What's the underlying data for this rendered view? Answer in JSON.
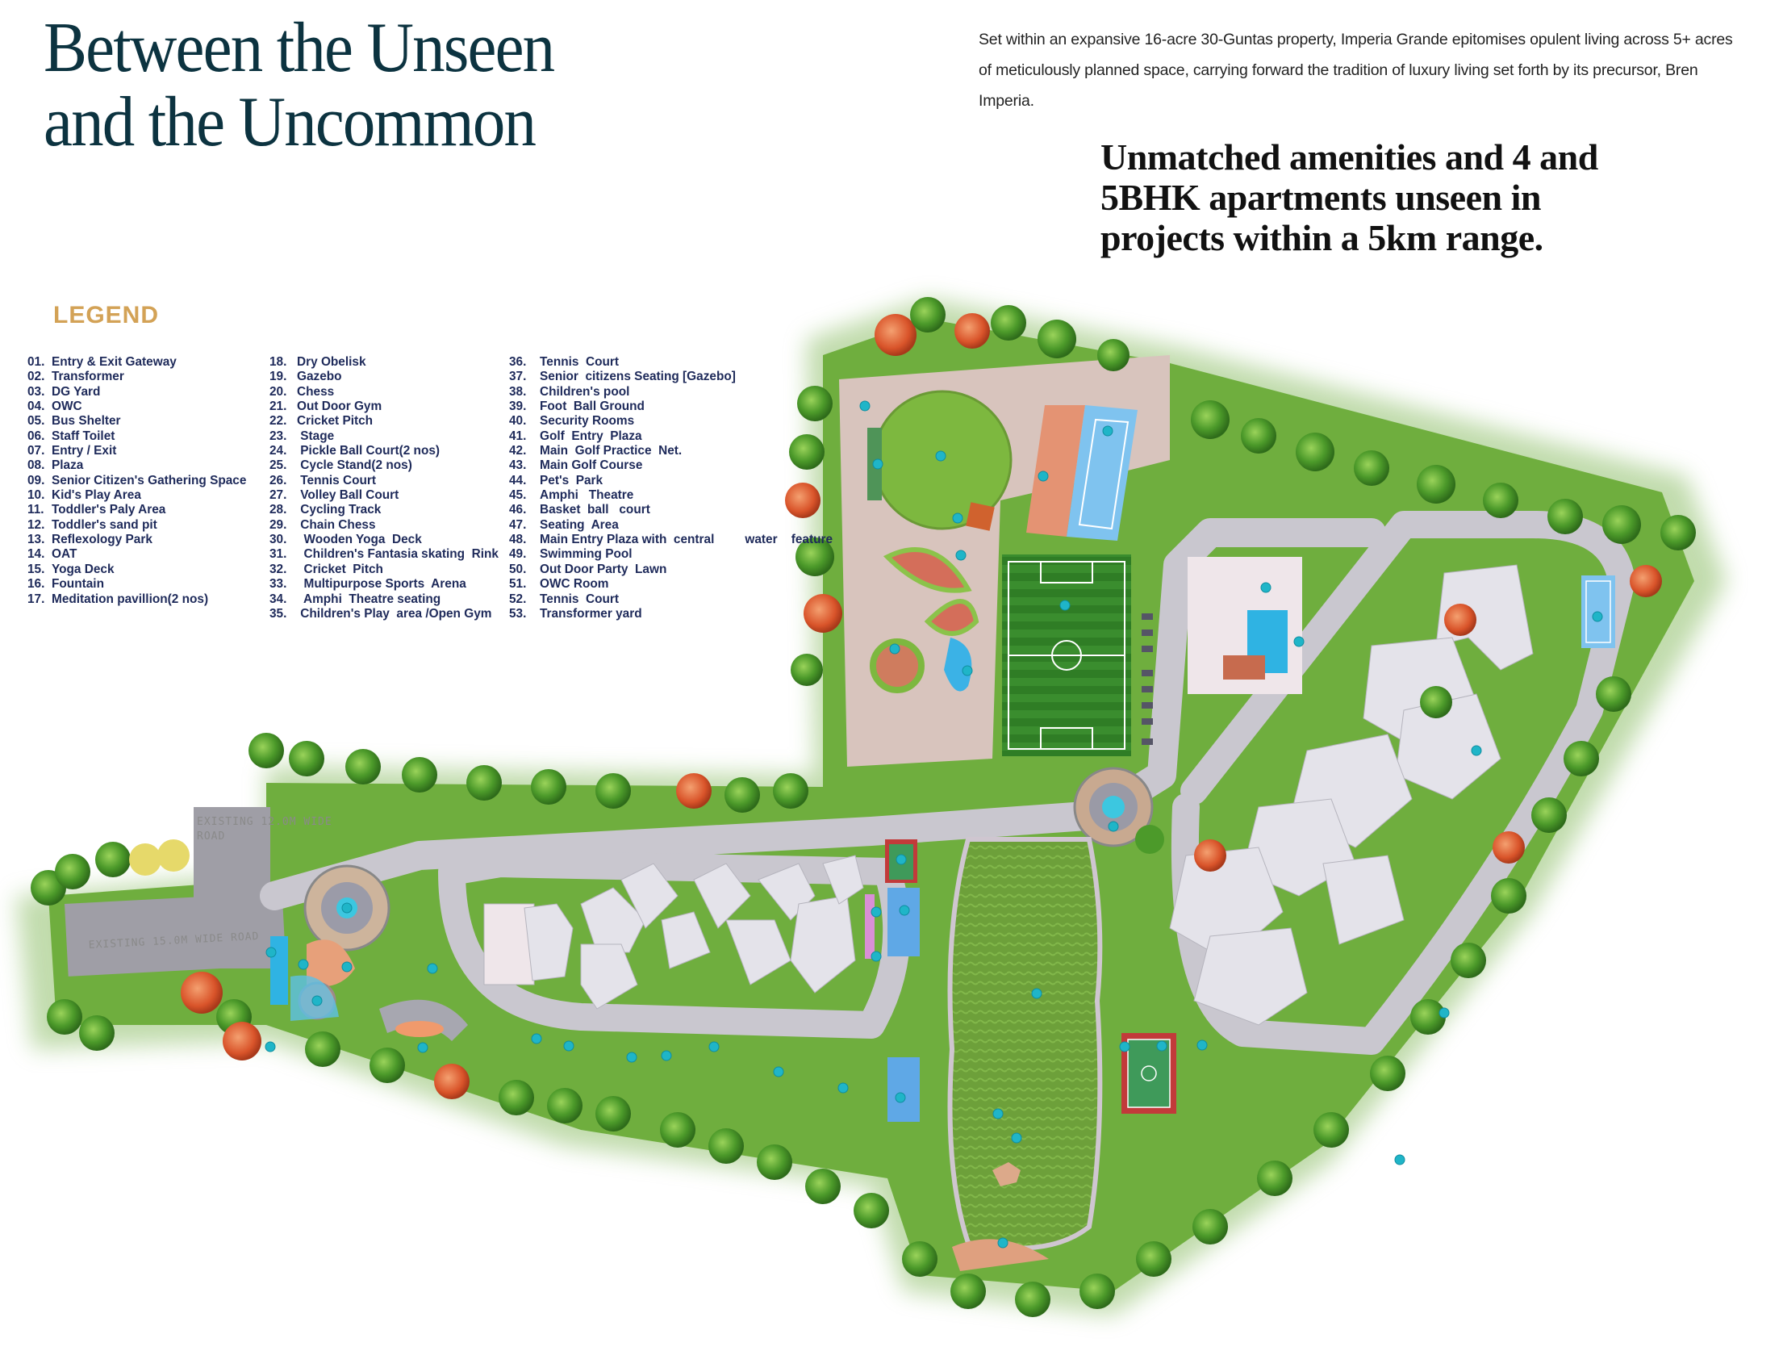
{
  "header": {
    "title_lines": [
      "Between the Unseen",
      "and the Uncommon"
    ],
    "intro": "Set within an expansive 16-acre 30-Guntas property, Imperia Grande epitomises opulent living across 5+ acres of meticulously planned space, carrying forward the tradition of luxury living set forth by its precursor, Bren Imperia.",
    "tagline_lines": [
      "Unmatched amenities and 4 and",
      "5BHK apartments unseen in",
      "projects within a 5km range."
    ]
  },
  "colors": {
    "title": "#0c3340",
    "legend_heading": "#d3a256",
    "legend_text": "#1e2a5a",
    "marker": "#1fb5c8",
    "lawn": "#7cb342",
    "road": "#c9c7cf",
    "building": "#e4e3ea",
    "tennis": "#7fc3ef",
    "football": "#2f7d25"
  },
  "legend": {
    "heading": "LEGEND",
    "columns": [
      [
        {
          "num": "01.",
          "label": "Entry & Exit Gateway"
        },
        {
          "num": "02.",
          "label": "Transformer"
        },
        {
          "num": "03.",
          "label": "DG Yard"
        },
        {
          "num": "04.",
          "label": "OWC"
        },
        {
          "num": "05.",
          "label": "Bus Shelter"
        },
        {
          "num": "06.",
          "label": "Staff Toilet"
        },
        {
          "num": "07.",
          "label": "Entry / Exit"
        },
        {
          "num": "08.",
          "label": "Plaza"
        },
        {
          "num": "09.",
          "label": "Senior Citizen's Gathering Space"
        },
        {
          "num": "10.",
          "label": "Kid's Play Area"
        },
        {
          "num": "11.",
          "label": "Toddler's Paly Area"
        },
        {
          "num": "12.",
          "label": "Toddler's sand pit"
        },
        {
          "num": "13.",
          "label": "Reflexology Park"
        },
        {
          "num": "14.",
          "label": "OAT"
        },
        {
          "num": "15.",
          "label": "Yoga Deck"
        },
        {
          "num": "16.",
          "label": "Fountain"
        },
        {
          "num": "17.",
          "label": "Meditation pavillion(2 nos)"
        }
      ],
      [
        {
          "num": "18.",
          "label": "Dry Obelisk"
        },
        {
          "num": "19.",
          "label": "Gazebo"
        },
        {
          "num": "20.",
          "label": "Chess"
        },
        {
          "num": "21.",
          "label": "Out Door Gym"
        },
        {
          "num": "22.",
          "label": "Cricket Pitch"
        },
        {
          "num": "23.",
          "label": " Stage"
        },
        {
          "num": "24.",
          "label": " Pickle Ball Court(2 nos)"
        },
        {
          "num": "25.",
          "label": " Cycle Stand(2 nos)"
        },
        {
          "num": "26.",
          "label": " Tennis Court"
        },
        {
          "num": "27.",
          "label": " Volley Ball Court"
        },
        {
          "num": "28.",
          "label": " Cycling Track"
        },
        {
          "num": "29.",
          "label": " Chain Chess"
        },
        {
          "num": "30.",
          "label": "  Wooden Yoga  Deck"
        },
        {
          "num": "31.",
          "label": "  Children's Fantasia skating  Rink"
        },
        {
          "num": "32.",
          "label": "  Cricket  Pitch"
        },
        {
          "num": "33.",
          "label": "  Multipurpose Sports  Arena"
        },
        {
          "num": "34.",
          "label": "  Amphi  Theatre seating"
        },
        {
          "num": "35.",
          "label": " Children's Play  area /Open Gym"
        }
      ],
      [
        {
          "num": "36.",
          "label": "Tennis  Court"
        },
        {
          "num": "37.",
          "label": "Senior  citizens Seating [Gazebo]"
        },
        {
          "num": "38.",
          "label": "Children's pool"
        },
        {
          "num": "39.",
          "label": "Foot  Ball Ground"
        },
        {
          "num": "40.",
          "label": "Security Rooms"
        },
        {
          "num": "41.",
          "label": "Golf  Entry  Plaza"
        },
        {
          "num": "42.",
          "label": "Main  Golf Practice  Net."
        },
        {
          "num": "43.",
          "label": "Main Golf Course"
        },
        {
          "num": "44.",
          "label": "Pet's  Park"
        },
        {
          "num": "45.",
          "label": "Amphi   Theatre"
        },
        {
          "num": "46.",
          "label": "Basket  ball   court"
        },
        {
          "num": "47.",
          "label": "Seating  Area"
        },
        {
          "num": "48.",
          "label": "Main Entry Plaza with  central",
          "cont": "water    feature"
        },
        {
          "num": "49.",
          "label": "Swimming Pool"
        },
        {
          "num": "50.",
          "label": "Out Door Party  Lawn"
        },
        {
          "num": "51.",
          "label": "OWC Room"
        },
        {
          "num": "52.",
          "label": "Tennis  Court"
        },
        {
          "num": "53.",
          "label": "Transformer yard"
        }
      ]
    ]
  },
  "map": {
    "road_labels": [
      "EXISTING 12.0M WIDE",
      "ROAD",
      "EXISTING 15.0M WIDE ROAD"
    ]
  }
}
